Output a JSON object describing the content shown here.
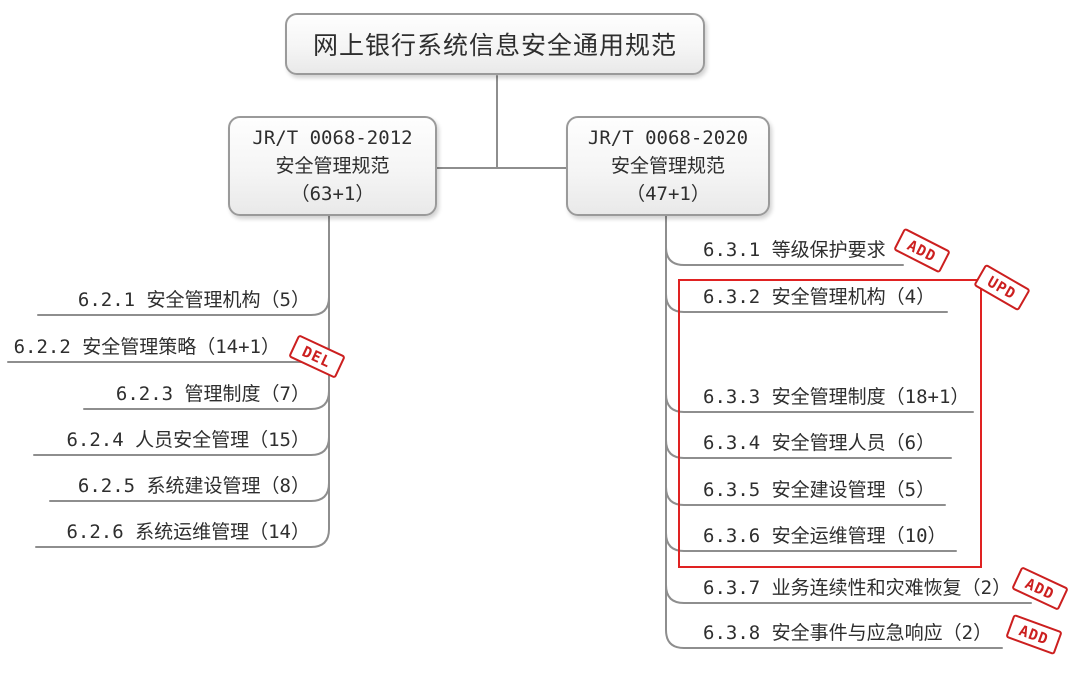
{
  "root": {
    "title": "网上银行系统信息安全通用规范"
  },
  "left": {
    "box": {
      "line1": "JR/T 0068-2012",
      "line2": "安全管理规范",
      "line3": "（63+1）"
    },
    "items": [
      {
        "label": "6.2.1 安全管理机构（5）"
      },
      {
        "label": "6.2.2 安全管理策略（14+1）",
        "stamp": "DEL"
      },
      {
        "label": "6.2.3 管理制度（7）"
      },
      {
        "label": "6.2.4 人员安全管理（15）"
      },
      {
        "label": "6.2.5 系统建设管理（8）"
      },
      {
        "label": "6.2.6 系统运维管理（14）"
      }
    ]
  },
  "right": {
    "box": {
      "line1": "JR/T 0068-2020",
      "line2": "安全管理规范",
      "line3": "（47+1）"
    },
    "group_stamp": "UPD",
    "items": [
      {
        "label": "6.3.1 等级保护要求",
        "stamp": "ADD"
      },
      {
        "label": "6.3.2 安全管理机构（4）"
      },
      {
        "label": "6.3.3 安全管理制度（18+1）"
      },
      {
        "label": "6.3.4 安全管理人员（6）"
      },
      {
        "label": "6.3.5 安全建设管理（5）"
      },
      {
        "label": "6.3.6 安全运维管理（10）"
      },
      {
        "label": "6.3.7 业务连续性和灾难恢复（2）",
        "stamp": "ADD"
      },
      {
        "label": "6.3.8 安全事件与应急响应（2）",
        "stamp": "ADD"
      }
    ]
  },
  "colors": {
    "stamp_red": "#cc1f1f",
    "highlight_red": "#e02222",
    "line_gray": "#8e8e8e",
    "text": "#2e2e2e",
    "node_border": "#9a9a9a"
  }
}
